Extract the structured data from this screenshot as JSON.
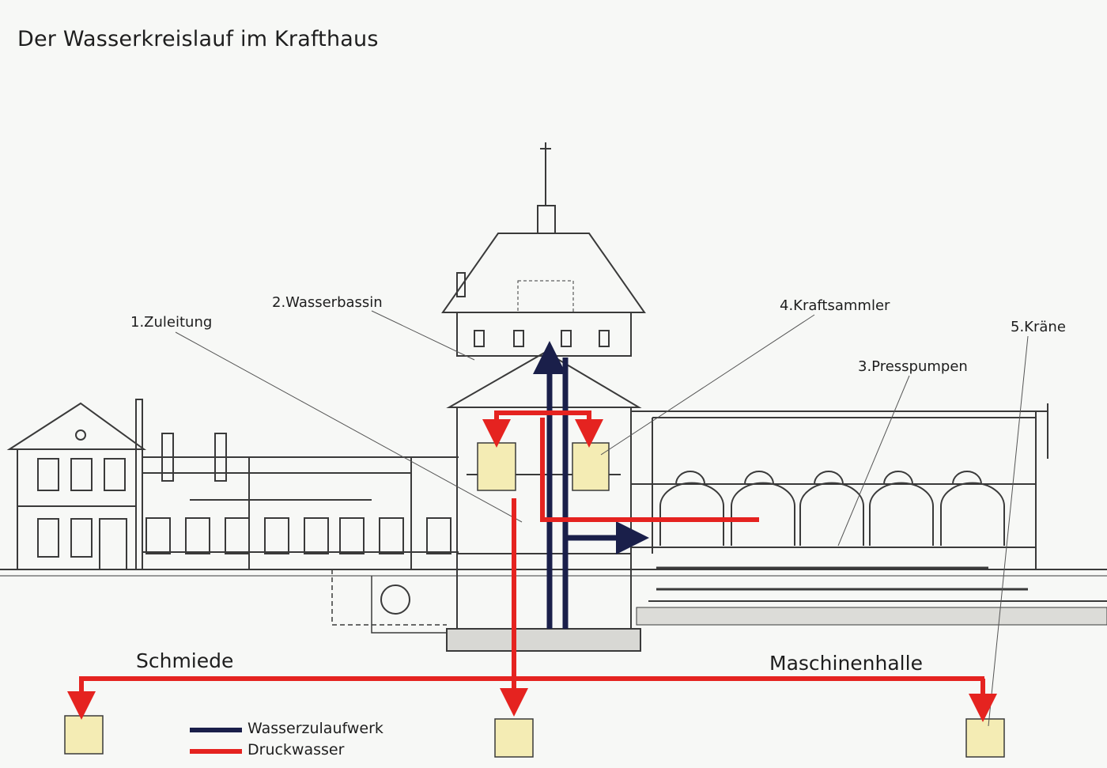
{
  "title": "Der Wasserkreislauf im Krafthaus",
  "callouts": [
    {
      "id": "zuleitung",
      "text": "1.Zuleitung"
    },
    {
      "id": "wasserbassin",
      "text": "2.Wasserbassin"
    },
    {
      "id": "presspumpen",
      "text": "3.Presspumpen"
    },
    {
      "id": "kraftsammler",
      "text": "4.Kraftsammler"
    },
    {
      "id": "kraene",
      "text": "5.Kräne"
    }
  ],
  "areas": {
    "schmiede": "Schmiede",
    "maschinenhalle": "Maschinenhalle"
  },
  "legend": [
    {
      "label": "Wasserzulaufwerk",
      "color": "#1a1f4a"
    },
    {
      "label": "Druckwasser",
      "color": "#e52320"
    }
  ],
  "colors": {
    "pressure_water": "#e52320",
    "supply_water": "#1a1f4a",
    "tank_fill": "#f4ecb4",
    "drawing_ink": "#3a3a3a"
  }
}
